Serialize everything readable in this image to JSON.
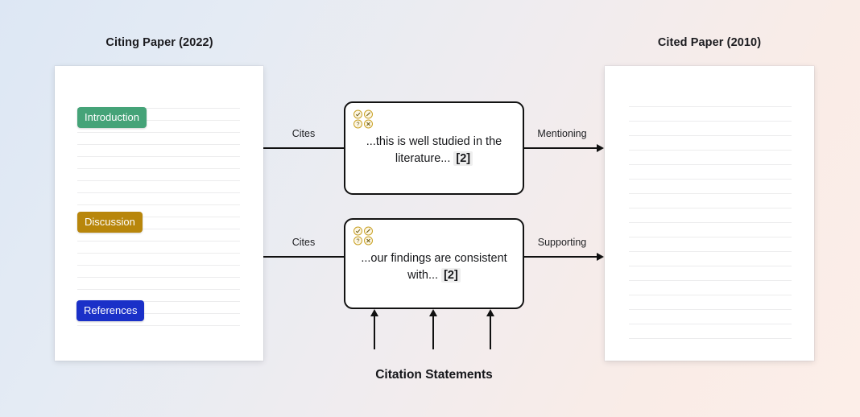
{
  "titles": {
    "citing_paper": "Citing Paper (2022)",
    "cited_paper": "Cited Paper (2010)",
    "bottom_caption": "Citation Statements"
  },
  "citing_paper": {
    "sections": [
      {
        "label": "Introduction",
        "color": "#45a378"
      },
      {
        "label": "Discussion",
        "color": "#b8860b"
      },
      {
        "label": "References",
        "color": "#1a30c8"
      }
    ]
  },
  "statements": [
    {
      "text_before": "...this is well studied in the literature... ",
      "reference": "[2]",
      "incoming_label": "Cites",
      "outgoing_label": "Mentioning",
      "icons": [
        "check-circle-icon",
        "pencil-circle-icon",
        "question-circle-icon",
        "x-circle-icon"
      ]
    },
    {
      "text_before": "...our findings are consistent with... ",
      "reference": "[2]",
      "incoming_label": "Cites",
      "outgoing_label": "Supporting",
      "icons": [
        "check-circle-icon",
        "pencil-circle-icon",
        "question-circle-icon",
        "x-circle-icon"
      ]
    }
  ],
  "colors": {
    "background_start": "#dde7f4",
    "background_end": "#fceee8",
    "stroke": "#101010",
    "paper": "#ffffff",
    "rule": "#ececed",
    "highlight": "#eeeeee"
  }
}
